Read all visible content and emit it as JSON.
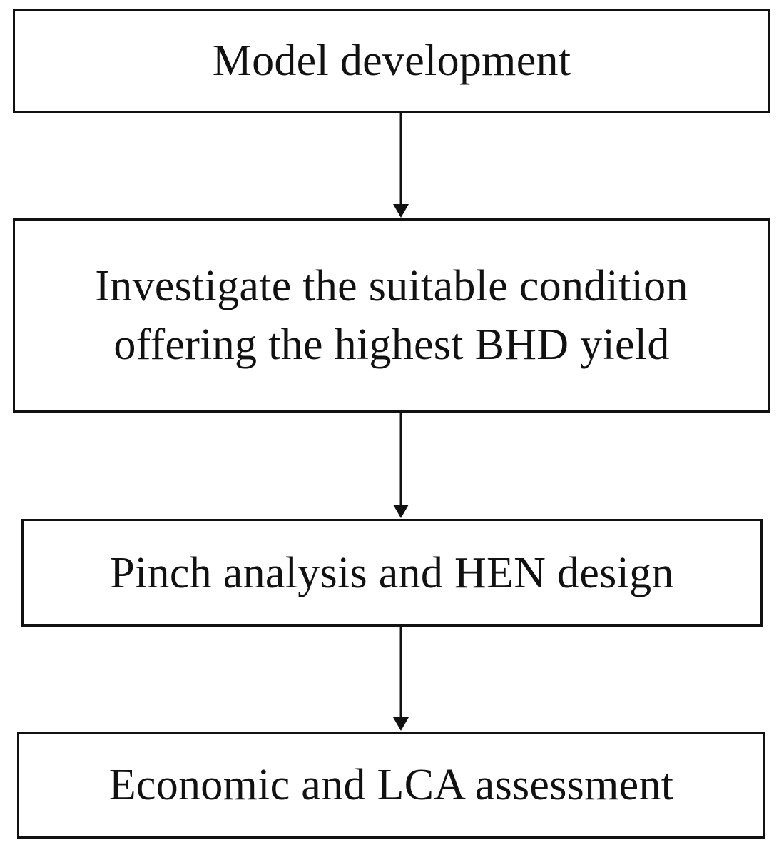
{
  "steps": [
    {
      "label": "Model development"
    },
    {
      "label": "Investigate the suitable condition\noffering the highest BHD yield"
    },
    {
      "label": "Pinch analysis and HEN design"
    },
    {
      "label": "Economic and LCA assessment"
    }
  ],
  "colors": {
    "stroke": "#111111",
    "background": "#ffffff"
  }
}
